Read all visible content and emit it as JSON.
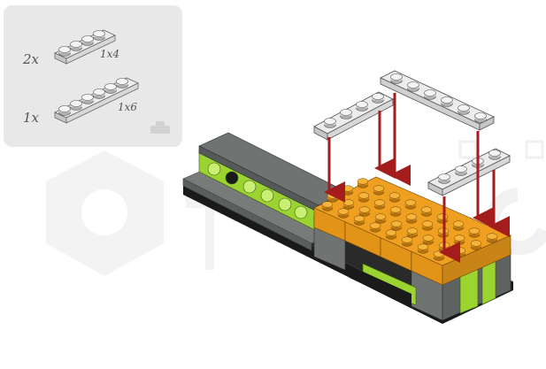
{
  "parts_list": {
    "items": [
      {
        "quantity": "2x",
        "size": "1x4",
        "color": "light-gray-plate"
      },
      {
        "quantity": "1x",
        "size": "1x6",
        "color": "light-gray-plate"
      }
    ],
    "panel_color": "#e8e8e8"
  },
  "colors": {
    "orange": "#f0a020",
    "orange_dark": "#c98418",
    "lime": "#9bd431",
    "dark_gray": "#6f7472",
    "black": "#1a1a1a",
    "light_gray": "#dcdcdc",
    "arrow": "#a41c1c",
    "watermark": "#f2f2f2"
  },
  "watermark": {
    "icon": "hexagon-logo-watermark"
  },
  "scene": {
    "icon": "lego-assembly-step"
  }
}
